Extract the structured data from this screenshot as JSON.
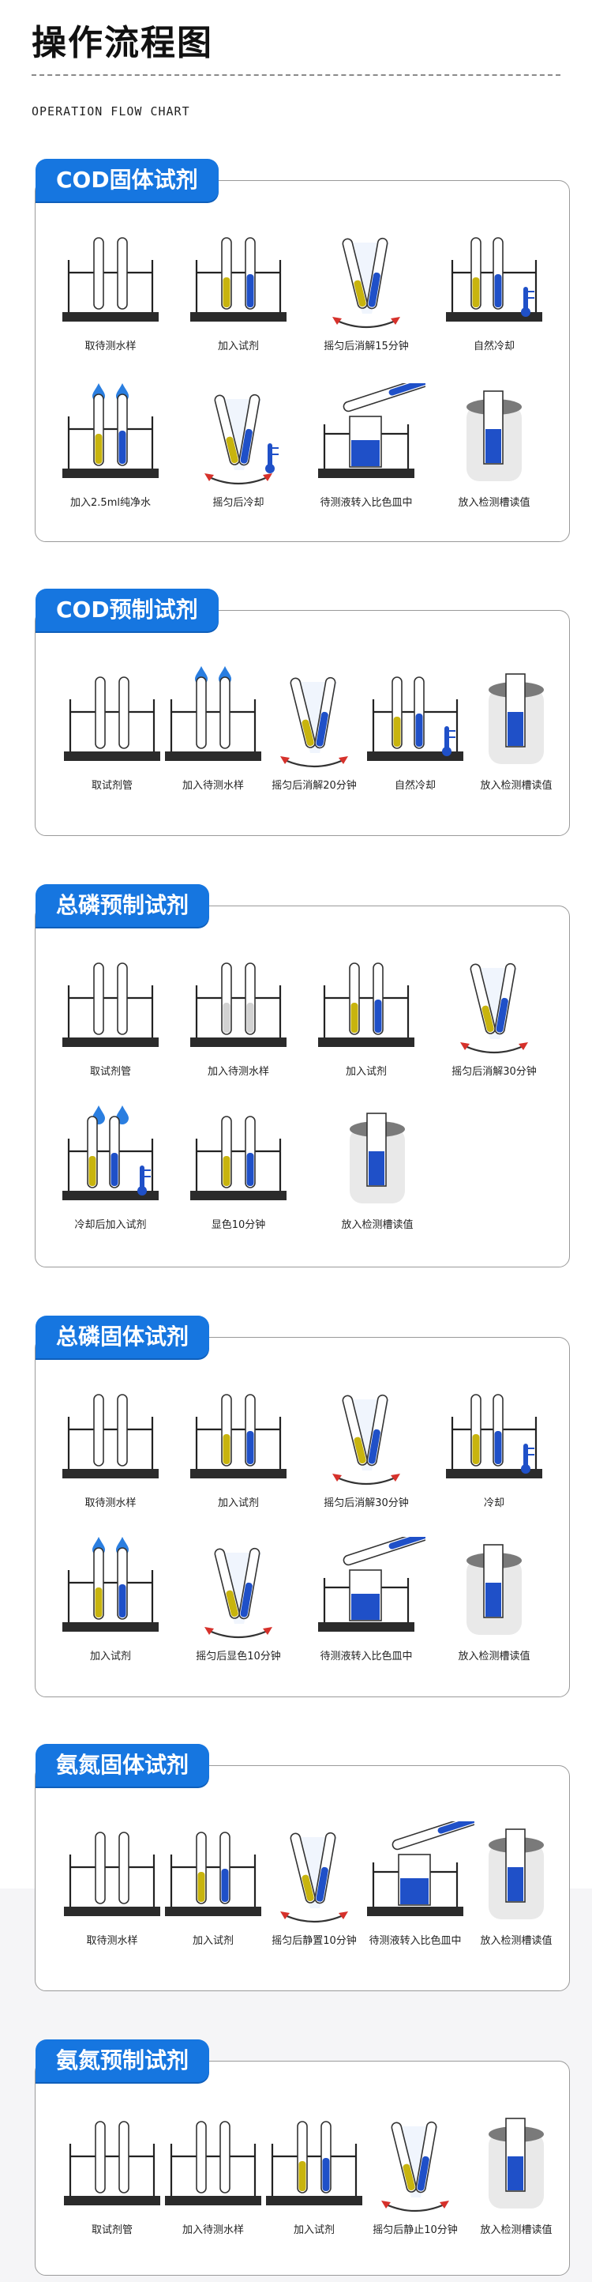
{
  "header": {
    "title": "操作流程图",
    "subtitle": "OPERATION FLOW CHART"
  },
  "sections": [
    {
      "title": "COD固体试剂",
      "steps": [
        {
          "label": "取待测水样",
          "icon": "rack-empty-tubes-icon"
        },
        {
          "label": "加入试剂",
          "icon": "rack-yellow-blue-tubes-icon"
        },
        {
          "label": "摇匀后消解15分钟",
          "icon": "shake-tubes-icon"
        },
        {
          "label": "自然冷却",
          "icon": "rack-thermometer-icon"
        },
        {
          "label": "加入2.5ml纯净水",
          "icon": "rack-drops-icon"
        },
        {
          "label": "摇匀后冷却",
          "icon": "shake-thermometer-icon"
        },
        {
          "label": "待测液转入比色皿中",
          "icon": "cuvette-transfer-icon"
        },
        {
          "label": "放入检测槽读值",
          "icon": "detection-slot-icon"
        }
      ]
    },
    {
      "title": "COD预制试剂",
      "steps": [
        {
          "label": "取试剂管",
          "icon": "rack-empty-tubes-icon"
        },
        {
          "label": "加入待测水样",
          "icon": "rack-drops-empty-icon"
        },
        {
          "label": "摇匀后消解20分钟",
          "icon": "shake-tubes-icon"
        },
        {
          "label": "自然冷却",
          "icon": "rack-thermometer-icon"
        },
        {
          "label": "放入检测槽读值",
          "icon": "detection-slot-icon"
        }
      ]
    },
    {
      "title": "总磷预制试剂",
      "steps": [
        {
          "label": "取试剂管",
          "icon": "rack-empty-tubes-icon"
        },
        {
          "label": "加入待测水样",
          "icon": "rack-gray-tubes-icon"
        },
        {
          "label": "加入试剂",
          "icon": "rack-yellow-blue-tubes-icon"
        },
        {
          "label": "摇匀后消解30分钟",
          "icon": "shake-tubes-icon"
        },
        {
          "label": "冷却后加入试剂",
          "icon": "rack-drops-thermometer-icon"
        },
        {
          "label": "显色10分钟",
          "icon": "rack-yellow-blue-tubes-icon"
        },
        {
          "label": "放入检测槽读值",
          "icon": "detection-slot-icon"
        }
      ]
    },
    {
      "title": "总磷固体试剂",
      "steps": [
        {
          "label": "取待测水样",
          "icon": "rack-empty-tubes-icon"
        },
        {
          "label": "加入试剂",
          "icon": "rack-yellow-blue-tubes-icon"
        },
        {
          "label": "摇匀后消解30分钟",
          "icon": "shake-tubes-icon"
        },
        {
          "label": "冷却",
          "icon": "rack-thermometer-icon"
        },
        {
          "label": "加入试剂",
          "icon": "rack-drops-icon"
        },
        {
          "label": "摇匀后显色10分钟",
          "icon": "shake-tubes-icon"
        },
        {
          "label": "待测液转入比色皿中",
          "icon": "cuvette-transfer-icon"
        },
        {
          "label": "放入检测槽读值",
          "icon": "detection-slot-icon"
        }
      ]
    },
    {
      "title": "氨氮固体试剂",
      "steps": [
        {
          "label": "取待测水样",
          "icon": "rack-empty-tubes-icon"
        },
        {
          "label": "加入试剂",
          "icon": "rack-yellow-blue-tubes-icon"
        },
        {
          "label": "摇匀后静置10分钟",
          "icon": "shake-tubes-icon"
        },
        {
          "label": "待测液转入比色皿中",
          "icon": "cuvette-transfer-icon"
        },
        {
          "label": "放入检测槽读值",
          "icon": "detection-slot-icon"
        }
      ]
    },
    {
      "title": "氨氮预制试剂",
      "steps": [
        {
          "label": "取试剂管",
          "icon": "rack-empty-tubes-icon"
        },
        {
          "label": "加入待测水样",
          "icon": "rack-empty-tubes-icon"
        },
        {
          "label": "加入试剂",
          "icon": "rack-yellow-blue-tubes-icon"
        },
        {
          "label": "摇匀后静止10分钟",
          "icon": "shake-tubes-icon"
        },
        {
          "label": "放入检测槽读值",
          "icon": "detection-slot-icon"
        }
      ]
    }
  ],
  "colors": {
    "accent": "#1676e0",
    "yellow": "#c8b40e",
    "blue": "#1f50c8",
    "drop": "#2a7ee0",
    "red": "#d6312b"
  }
}
